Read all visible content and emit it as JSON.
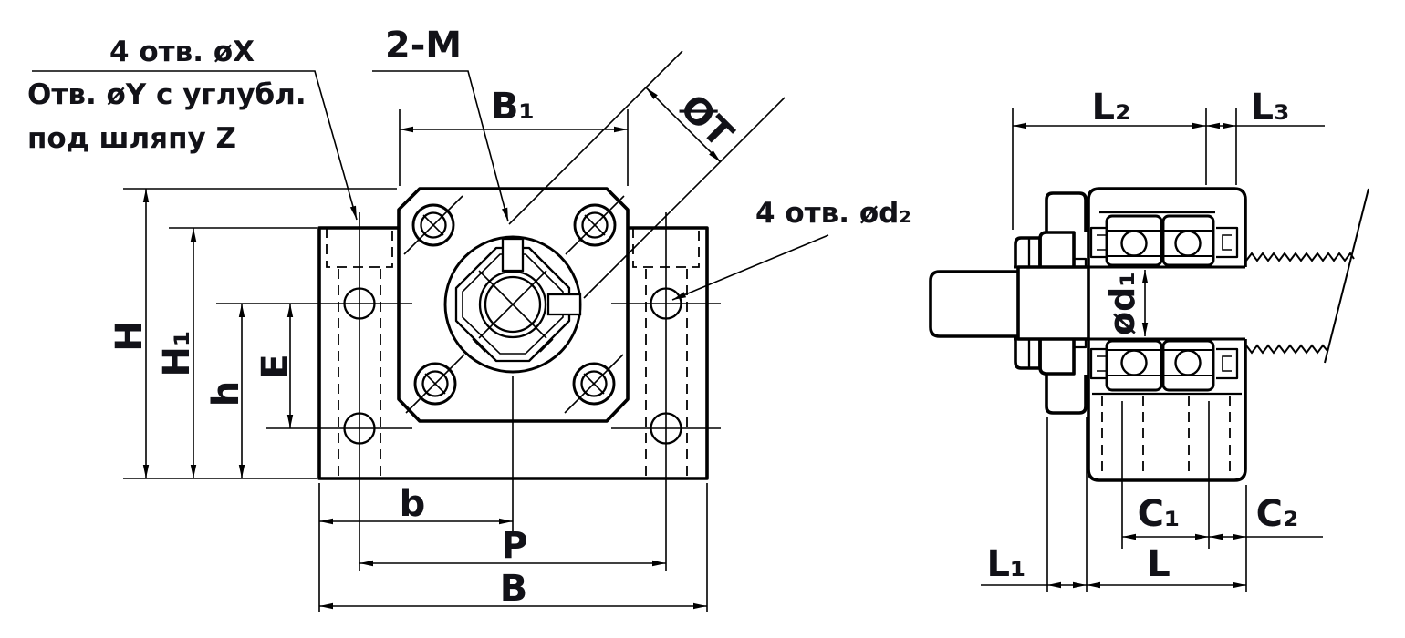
{
  "colors": {
    "line": "#000000",
    "text": "#121218",
    "background": "#ffffff"
  },
  "front_view": {
    "callout_mount_holes": {
      "line1": "4 отв. øX",
      "line2": "Отв. øY с углубл.",
      "line3": "под шляпу Z"
    },
    "callout_thread_holes": "2-M",
    "callout_flange_holes": "4 отв. ød₂",
    "dims": {
      "B1": "B₁",
      "T": "ØT",
      "H": "H",
      "H1": "H₁",
      "h": "h",
      "E": "E",
      "b": "b",
      "P": "P",
      "B": "B"
    }
  },
  "side_view": {
    "dims": {
      "L2": "L₂",
      "L3": "L₃",
      "d1": "ød₁",
      "C1": "C₁",
      "C2": "C₂",
      "L1": "L₁",
      "L": "L"
    }
  }
}
